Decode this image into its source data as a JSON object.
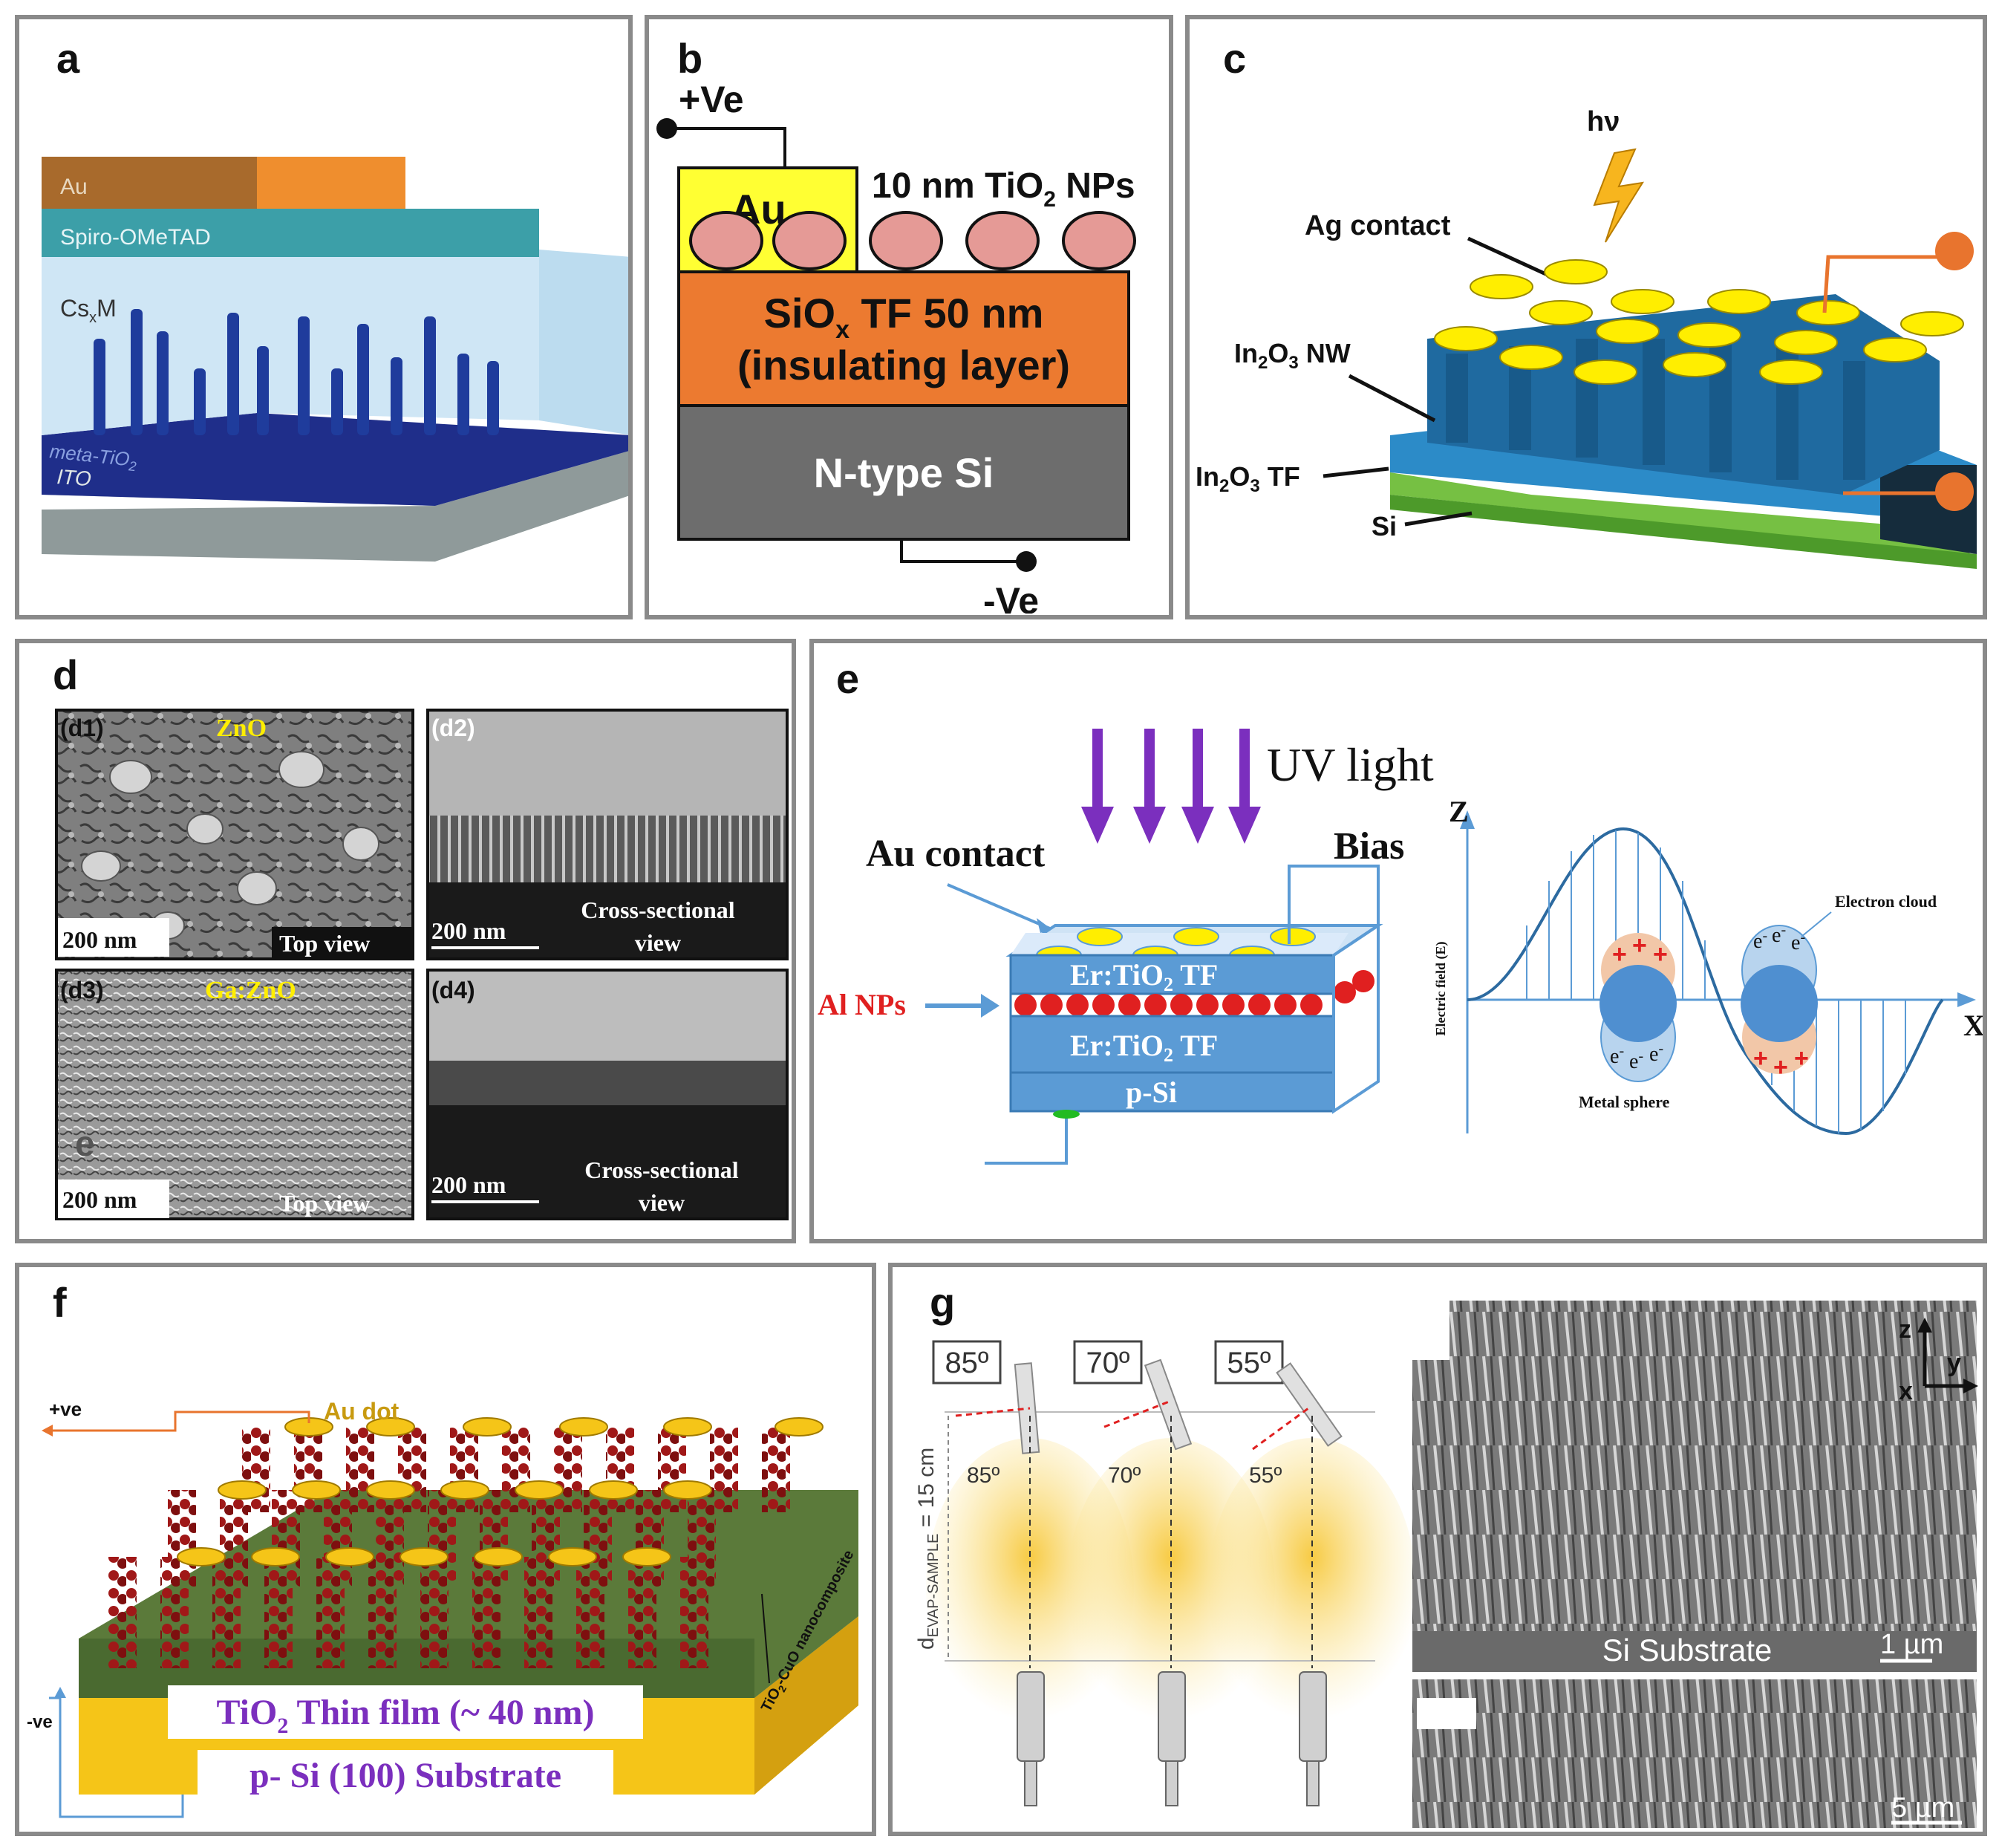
{
  "panels": {
    "a": {
      "label": "a",
      "layers": [
        "Au",
        "Spiro-OMeTAD",
        "Cs",
        "x",
        "M",
        "meta-TiO",
        "2",
        "ITO"
      ]
    },
    "b": {
      "label": "b",
      "pos": "+Ve",
      "neg": "-Ve",
      "au": "Au",
      "np_text": "10 nm  TiO",
      "np_sub": "2",
      "np_tail": " NPs",
      "siox_1": "SiO",
      "siox_sub": "x",
      "siox_2": " TF 50 nm",
      "insulating": "(insulating layer)",
      "ntype": "N-type Si"
    },
    "c": {
      "label": "c",
      "hv": "hν",
      "ag": "Ag contact",
      "nw_1": "In",
      "nw_sub1": "2",
      "nw_2": "O",
      "nw_sub2": "3",
      "nw_3": " NW",
      "tf_1": "In",
      "tf_sub1": "2",
      "tf_2": "O",
      "tf_sub2": "3",
      "tf_3": " TF",
      "si": "Si"
    },
    "d": {
      "label": "d",
      "d1": "(d1)",
      "d2": "(d2)",
      "d3": "(d3)",
      "d4": "(d4)",
      "zno": "ZnO",
      "gazno": "Ga:ZnO",
      "scale": "200 nm",
      "top": "Top view",
      "cross1": "Cross-sectional",
      "cross2": "view",
      "e_mark": "e"
    },
    "e": {
      "label": "e",
      "uv": "UV light",
      "au_contact": "Au contact",
      "bias": "Bias",
      "al": "Al NPs",
      "er1": "Er:TiO",
      "er_sub": "2",
      "er_tail": " TF",
      "psi": "p-Si",
      "z": "Z",
      "x": "X",
      "efield": "Electric field (E)",
      "cloud": "Electron cloud",
      "sphere": "Metal sphere",
      "electron": "e",
      "minus": "-",
      "plus": "+"
    },
    "f": {
      "label": "f",
      "pos": "+ve",
      "neg": "-ve",
      "au_dot": "Au dot",
      "nano": "TiO",
      "nano_sub": "2",
      "nano_tail": "-CuO nanocomposite",
      "tf_1": "TiO",
      "tf_sub": "2",
      "tf_2": " Thin film (~ 40 nm)",
      "substrate": "p- Si (100) Substrate"
    },
    "g": {
      "label": "g",
      "angles": [
        "85º",
        "70º",
        "55º"
      ],
      "d_main": "d",
      "d_sub": "EVAP-SAMPLE",
      "d_tail": " = 15 cm",
      "si_sub": "Si Substrate",
      "scale1": "1 µm",
      "scale2": "5 µm",
      "ax_z": "z",
      "ax_y": "y",
      "ax_x": "x"
    }
  },
  "colors": {
    "border": "#8a8a8a",
    "orange": "#e8742e",
    "yellow": "#ffee00",
    "blue_nw": "#1f6aa0",
    "light_blue": "#5b9bd5",
    "green": "#5b7a3a",
    "gold": "#f5c518",
    "red": "#e02020",
    "purple": "#7b2fbe",
    "gray_si": "#6d6d6d"
  }
}
